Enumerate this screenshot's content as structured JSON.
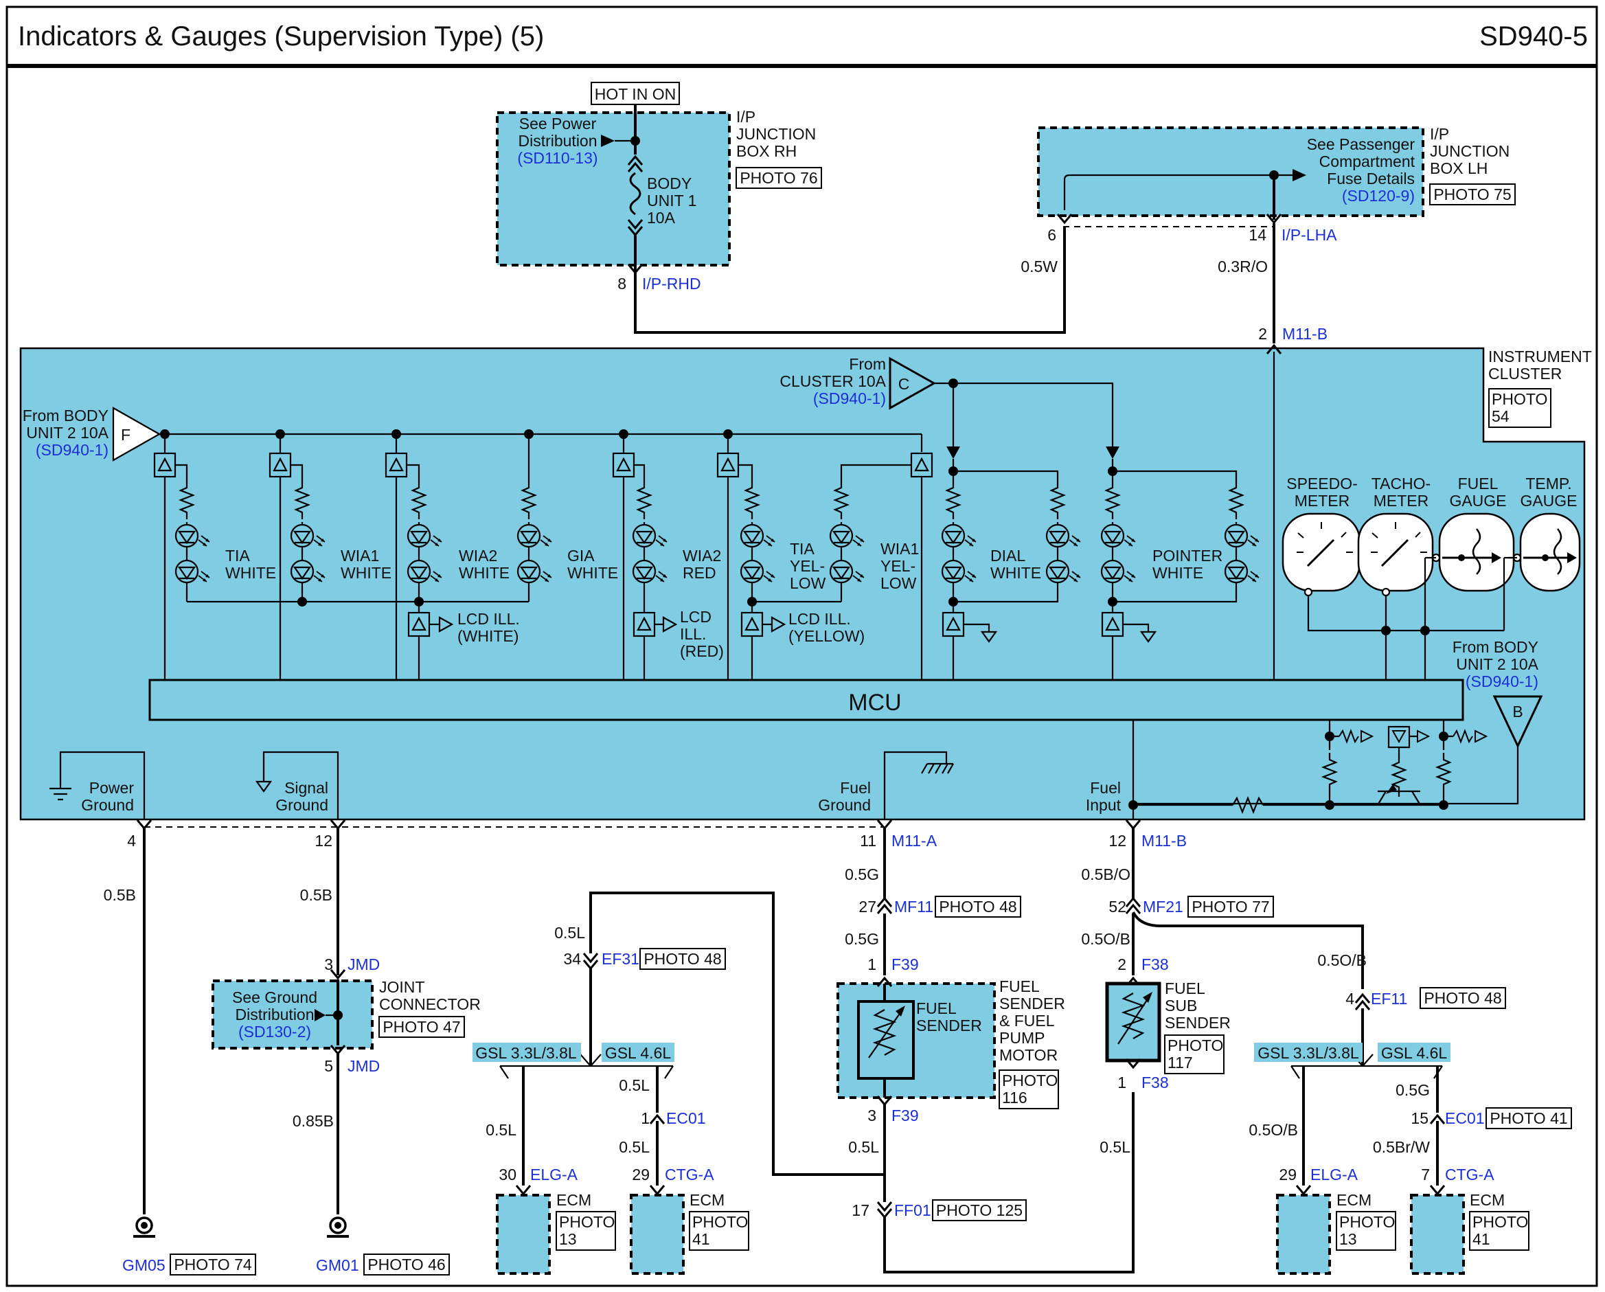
{
  "header": {
    "title": "Indicators & Gauges (Supervision Type) (5)",
    "code": "SD940-5"
  },
  "hot_in_on": "HOT IN ON",
  "jb_rh": {
    "see": [
      "See Power",
      "Distribution"
    ],
    "see_ref": "(SD110-13)",
    "fuse": [
      "BODY",
      "UNIT 1",
      "10A"
    ],
    "name": [
      "I/P",
      "JUNCTION",
      "BOX RH"
    ],
    "photo": "PHOTO 76",
    "pin": "8",
    "conn": "I/P-RHD"
  },
  "jb_lh": {
    "see": [
      "See Passenger",
      "Compartment",
      "Fuse Details"
    ],
    "see_ref": "(SD120-9)",
    "name": [
      "I/P",
      "JUNCTION",
      "BOX LH"
    ],
    "photo": "PHOTO 75",
    "pin_a": "6",
    "pin_b": "14",
    "conn": "I/P-LHA",
    "wire_a": "0.5W",
    "wire_b": "0.3R/O"
  },
  "cluster": {
    "name": [
      "INSTRUMENT",
      "CLUSTER"
    ],
    "photo": [
      "PHOTO",
      "54"
    ],
    "top_pin": "2",
    "top_conn": "M11-B",
    "from_f": [
      "From BODY",
      "UNIT 2 10A"
    ],
    "from_f_ref": "(SD940-1)",
    "f_letter": "F",
    "from_c": [
      "From",
      "CLUSTER 10A"
    ],
    "from_c_ref": "(SD940-1)",
    "c_letter": "C",
    "from_b": [
      "From BODY",
      "UNIT 2 10A"
    ],
    "from_b_ref": "(SD940-1)",
    "b_letter": "B",
    "leds": {
      "tia_white": [
        "TIA",
        "WHITE"
      ],
      "wia1_white": [
        "WIA1",
        "WHITE"
      ],
      "wia2_white": [
        "WIA2",
        "WHITE"
      ],
      "gia_white": [
        "GIA",
        "WHITE"
      ],
      "wia2_red": [
        "WIA2",
        "RED"
      ],
      "tia_yellow": [
        "TIA",
        "YEL-",
        "LOW"
      ],
      "wia1_yellow": [
        "WIA1",
        "YEL-",
        "LOW"
      ],
      "dial_white": [
        "DIAL",
        "WHITE"
      ],
      "pointer_white": [
        "POINTER",
        "WHITE"
      ]
    },
    "lcd": {
      "white": [
        "LCD ILL.",
        "(WHITE)"
      ],
      "red": [
        "LCD",
        "ILL.",
        "(RED)"
      ],
      "yellow": [
        "LCD ILL.",
        "(YELLOW)"
      ]
    },
    "gauges": {
      "speedo": [
        "SPEEDO-",
        "METER"
      ],
      "tacho": [
        "TACHO-",
        "METER"
      ],
      "fuel": [
        "FUEL",
        "GAUGE"
      ],
      "temp": [
        "TEMP.",
        "GAUGE"
      ]
    },
    "mcu": "MCU",
    "power_ground": [
      "Power",
      "Ground"
    ],
    "signal_ground": [
      "Signal",
      "Ground"
    ],
    "fuel_ground": [
      "Fuel",
      "Ground"
    ],
    "fuel_input": [
      "Fuel",
      "Input"
    ]
  },
  "bottom": {
    "pg_pin": "4",
    "pg_wire": "0.5B",
    "gm05": "GM05",
    "gm05_photo": "PHOTO 74",
    "sg_pin": "12",
    "sg_wire": "0.5B",
    "jmd_top_pin": "3",
    "jmd": "JMD",
    "ground_dist": [
      "See Ground",
      "Distribution"
    ],
    "ground_ref": "(SD130-2)",
    "joint": [
      "JOINT",
      "CONNECTOR"
    ],
    "joint_photo": "PHOTO 47",
    "jmd_bot_pin": "5",
    "sg_wire2": "0.85B",
    "gm01": "GM01",
    "gm01_photo": "PHOTO 46",
    "fg_pin": "11",
    "fg_conn": "M11-A",
    "fg_wire": "0.5G",
    "mf11_pin": "27",
    "mf11": "MF11",
    "mf11_photo": "PHOTO 48",
    "f39_wire": "0.5G",
    "f39_top_pin": "1",
    "f39": "F39",
    "fuel_sender": [
      "FUEL",
      "SENDER"
    ],
    "fuel_pump": [
      "FUEL",
      "SENDER",
      "& FUEL",
      "PUMP",
      "MOTOR"
    ],
    "fuel_pump_photo": [
      "PHOTO",
      "116"
    ],
    "f39_bot_pin": "3",
    "f39_wire2": "0.5L",
    "ff01_pin": "17",
    "ff01": "FF01",
    "ff01_photo": "PHOTO 125",
    "fi_pin": "12",
    "fi_conn": "M11-B",
    "fi_wire": "0.5B/O",
    "mf21_pin": "52",
    "mf21": "MF21",
    "mf21_photo": "PHOTO 77",
    "mf21_wire": "0.5O/B",
    "f38_top_pin": "2",
    "f38": "F38",
    "sub_sender": [
      "FUEL",
      "SUB",
      "SENDER"
    ],
    "sub_photo": [
      "PHOTO",
      "117"
    ],
    "f38_bot_pin": "1",
    "f38_wire2": "0.5L",
    "ef31_wire": "0.5L",
    "ef31_pin": "34",
    "ef31": "EF31",
    "ef31_photo": "PHOTO 48",
    "gsl_a": "GSL 3.3L/3.8L",
    "gsl_b": "GSL 4.6L",
    "elg_wire_l": "0.5L",
    "elg_pin_l": "30",
    "elg": "ELG-A",
    "ec01_wire_l": "0.5L",
    "ec01_pin_l": "1",
    "ec01": "EC01",
    "ec01_wire2_l": "0.5L",
    "ctg_pin_l": "29",
    "ctg": "CTG-A",
    "ecm": "ECM",
    "ecm_photo_13": [
      "PHOTO",
      "13"
    ],
    "ecm_photo_41": [
      "PHOTO",
      "41"
    ],
    "ef11_wire": "0.5O/B",
    "ef11_pin": "4",
    "ef11": "EF11",
    "ef11_photo": "PHOTO 48",
    "elg_wire_r": "0.5O/B",
    "elg_pin_r": "29",
    "ec01_wire_r": "0.5G",
    "ec01_pin_r": "15",
    "ec01_photo": "PHOTO 41",
    "ctg_wire_r": "0.5Br/W",
    "ctg_pin_r": "7"
  }
}
